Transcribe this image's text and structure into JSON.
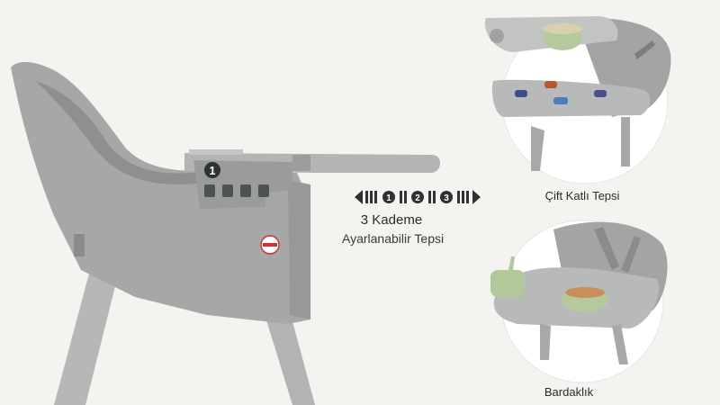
{
  "center_caption": {
    "line1": "3 Kademe",
    "line2": "Ayarlanabilir Tepsi"
  },
  "adjuster": {
    "steps": [
      "1",
      "2",
      "3"
    ]
  },
  "main_chair": {
    "position_badge": "1"
  },
  "features": [
    {
      "caption": "Çift Katlı Tepsi"
    },
    {
      "caption": "Bardaklık"
    }
  ],
  "colors": {
    "background": "#f4f3ef",
    "plastic_grey": "#a9abab",
    "dark_grey": "#6f7272",
    "sage_green": "#b7cca0"
  }
}
